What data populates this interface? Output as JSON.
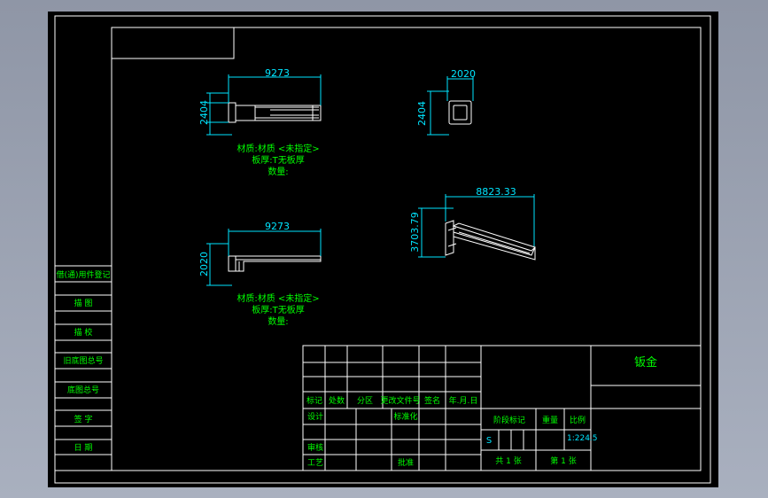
{
  "colors": {
    "background": "#000000",
    "line": "#ffffff",
    "dimension": "#00e5ff",
    "annotation": "#00ff00"
  },
  "views": {
    "top": {
      "width": "9273",
      "height": "2404"
    },
    "end": {
      "width": "2020",
      "height": "2404"
    },
    "iso": {
      "width": "8823.33",
      "height": "3703.79"
    },
    "side": {
      "width": "9273",
      "height": "2020"
    }
  },
  "notes": {
    "upper": [
      "材质:材质 <未指定>",
      "板厚:T无板厚",
      "数量:"
    ],
    "lower": [
      "材质:材质 <未指定>",
      "板厚:T无板厚",
      "数量:"
    ]
  },
  "left_column": [
    "借(通)用件登记",
    "描 图",
    "描 校",
    "旧底图总号",
    "底图总号",
    "签 字",
    "日 期"
  ],
  "title_block": {
    "name": "钣金",
    "header_row": [
      "标记",
      "处数",
      "分区",
      "更改文件号",
      "签名",
      "年.月.日"
    ],
    "design": "设计",
    "standardize": "标准化",
    "review": "审核",
    "process": "工艺",
    "approve": "批准",
    "stage_mark": "阶段标记",
    "weight": "重量",
    "scale_label": "比例",
    "stage_value": "S",
    "scale_value": "1:224.5",
    "sheet_total": "共 1 张",
    "sheet_no": "第 1 张"
  }
}
